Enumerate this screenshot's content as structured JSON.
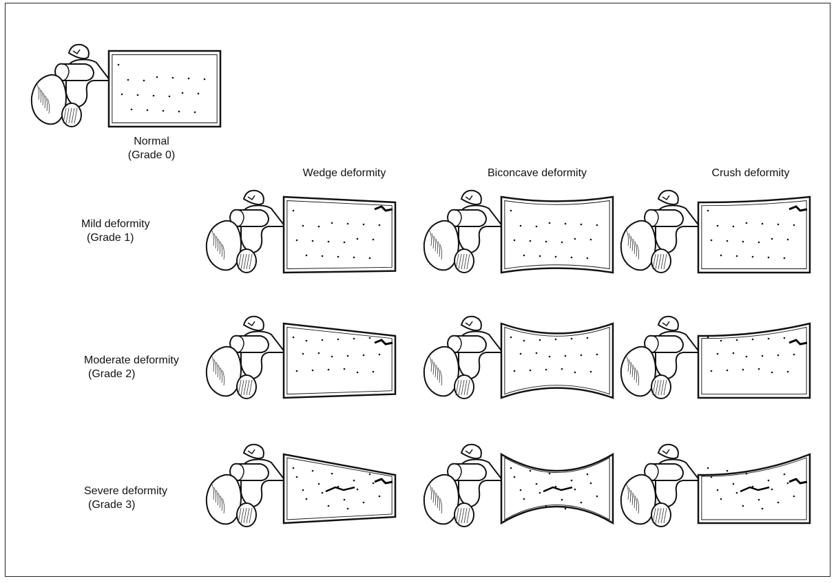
{
  "normal": {
    "label": "Normal",
    "grade": "(Grade 0)"
  },
  "columns": [
    "Wedge deformity",
    "Biconcave deformity",
    "Crush deformity"
  ],
  "rows": [
    {
      "label": "Mild deformity",
      "grade": "(Grade 1)"
    },
    {
      "label": "Moderate deformity",
      "grade": "(Grade 2)"
    },
    {
      "label": "Severe deformity",
      "grade": "(Grade 3)"
    }
  ]
}
